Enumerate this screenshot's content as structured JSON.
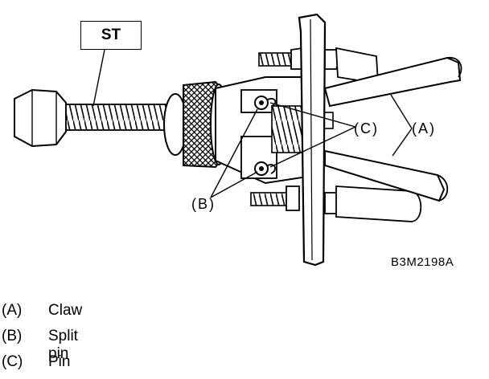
{
  "figure": {
    "tool_label": "ST",
    "callouts": {
      "c": "(C)",
      "a": "(A)",
      "b": "(B)"
    },
    "figure_code": "B3M2198A"
  },
  "legend": [
    {
      "key": "(A)",
      "text": "Claw"
    },
    {
      "key": "(B)",
      "text": "Split pin"
    },
    {
      "key": "(C)",
      "text": "Pin"
    }
  ]
}
